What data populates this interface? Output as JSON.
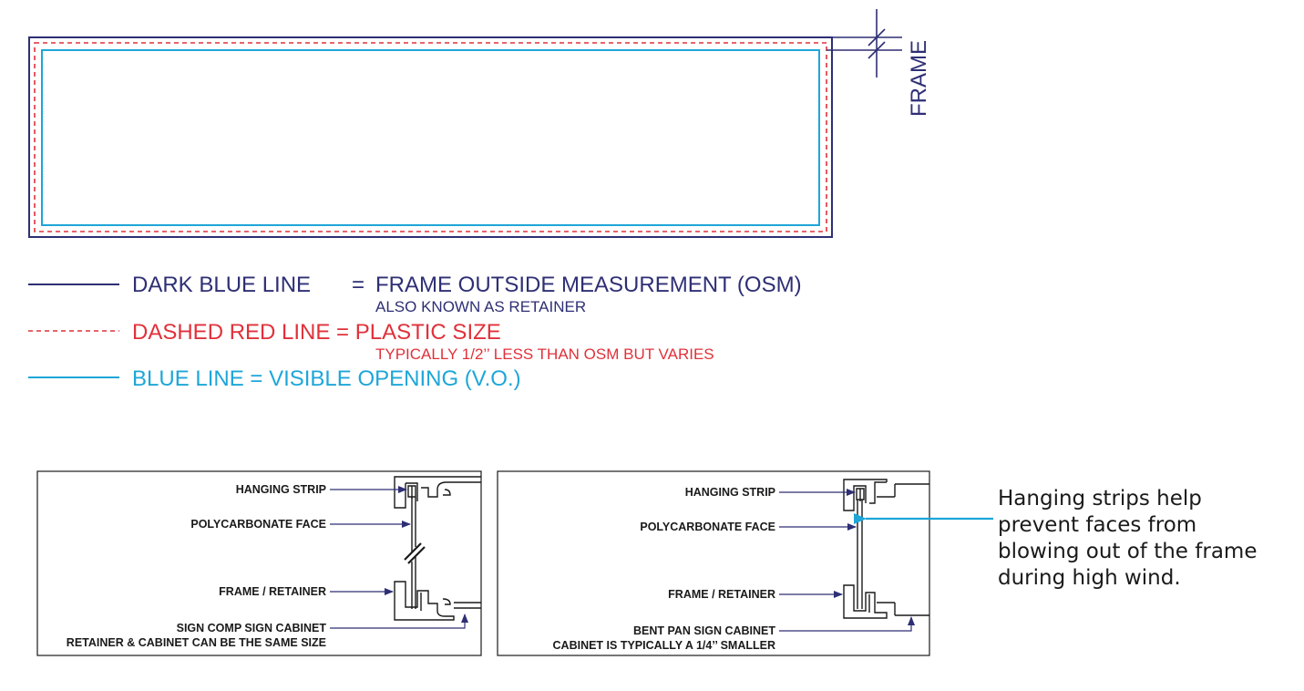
{
  "colors": {
    "dark_blue": "#2e2f74",
    "red": "#e0313a",
    "light_blue": "#1ea6d8",
    "arrow_blue": "#1ea6d8",
    "black": "#1a1a1a"
  },
  "frame_label": "FRAME",
  "legend": [
    {
      "line_style": "solid-dark-blue",
      "key": "DARK BLUE LINE",
      "equals": "=",
      "value": "FRAME OUTSIDE MEASUREMENT (OSM)",
      "note": "ALSO KNOWN AS RETAINER"
    },
    {
      "line_style": "dashed-red",
      "key": "DASHED RED LINE = PLASTIC SIZE",
      "note": "TYPICALLY 1/2’’ LESS THAN OSM BUT VARIES"
    },
    {
      "line_style": "solid-light-blue",
      "key": "BLUE LINE = VISIBLE OPENING (V.O.)"
    }
  ],
  "detail_left": {
    "labels": {
      "hanging_strip": "HANGING STRIP",
      "polycarbonate_face": "POLYCARBONATE FACE",
      "frame_retainer": "FRAME / RETAINER",
      "cabinet": "SIGN COMP SIGN CABINET",
      "cabinet_note": "RETAINER & CABINET CAN BE THE SAME SIZE"
    }
  },
  "detail_right": {
    "labels": {
      "hanging_strip": "HANGING STRIP",
      "polycarbonate_face": "POLYCARBONATE FACE",
      "frame_retainer": "FRAME / RETAINER",
      "cabinet": "BENT PAN SIGN CABINET",
      "cabinet_note": "CABINET IS TYPICALLY A 1/4’’ SMALLER"
    }
  },
  "side_note": [
    "Hanging strips help",
    "prevent faces from",
    "blowing out of the frame",
    "during high wind."
  ]
}
